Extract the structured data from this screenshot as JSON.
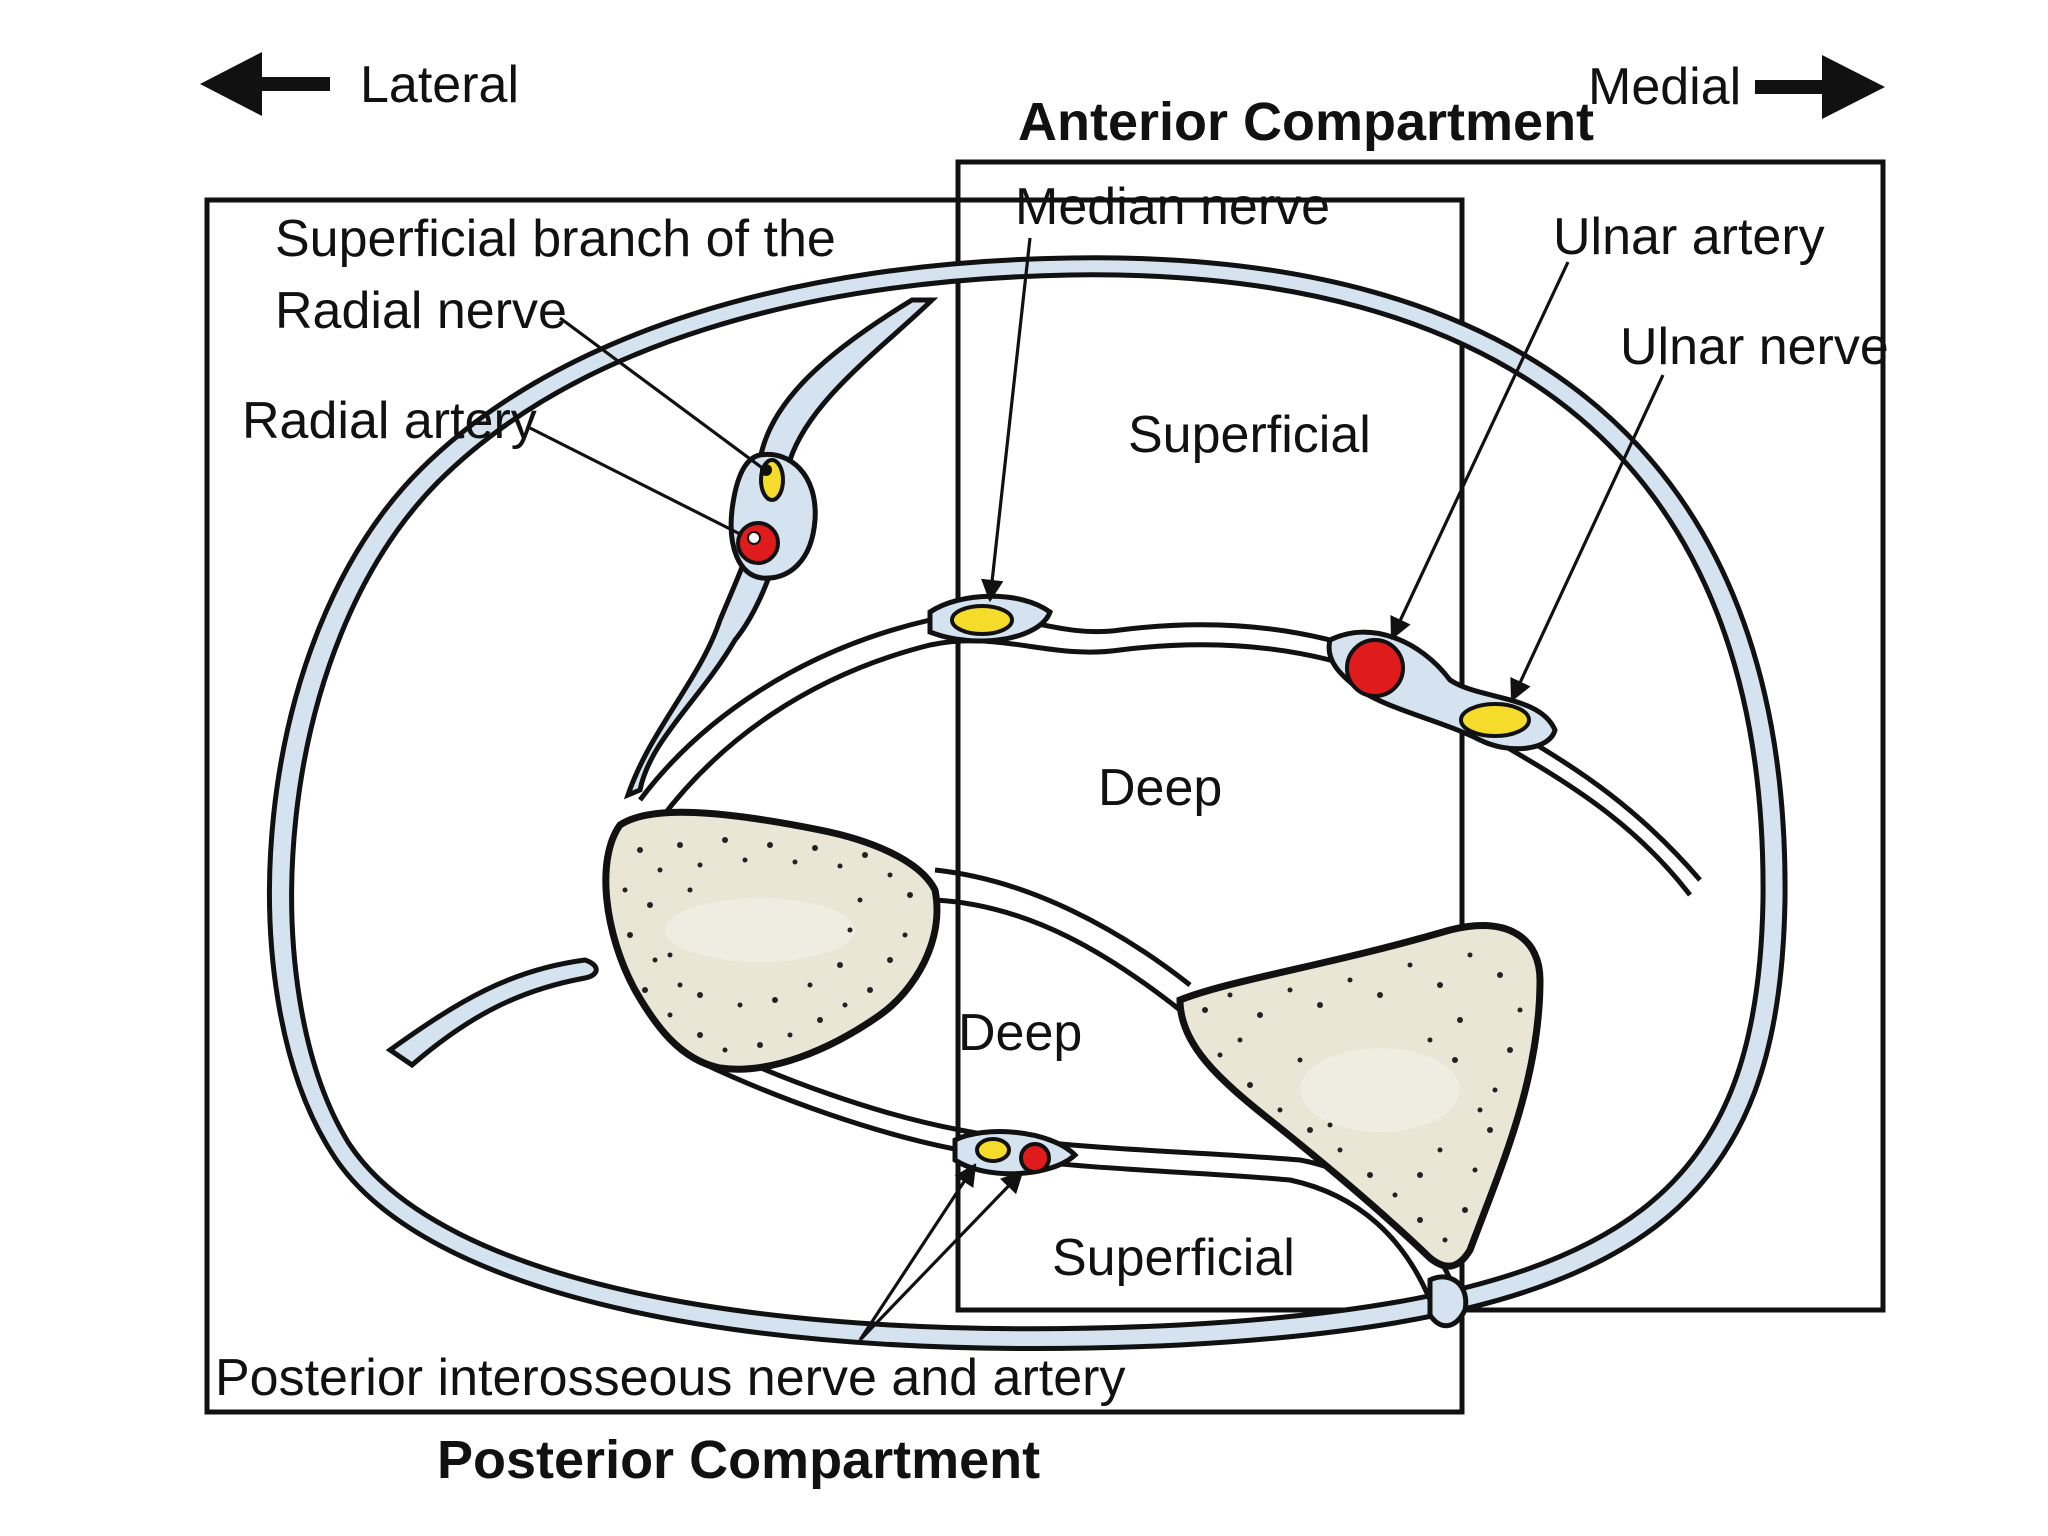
{
  "directions": {
    "lateral": "Lateral",
    "medial": "Medial"
  },
  "compartments": {
    "anterior": "Anterior Compartment",
    "posterior": "Posterior Compartment"
  },
  "labels": {
    "superficial_radial_line1": "Superficial branch of the",
    "superficial_radial_line2": "Radial nerve",
    "radial_artery": "Radial artery",
    "median_nerve": "Median nerve",
    "ulnar_artery": "Ulnar artery",
    "ulnar_nerve": "Ulnar nerve",
    "anterior_superficial": "Superficial",
    "anterior_deep": "Deep",
    "posterior_deep": "Deep",
    "posterior_superficial": "Superficial",
    "posterior_interosseous": "Posterior interosseous nerve and artery"
  },
  "colors": {
    "nerve": "#f5dc2a",
    "artery": "#e01b1b",
    "fascia": "#d5e3f0",
    "bone": "#e9e6d6"
  }
}
